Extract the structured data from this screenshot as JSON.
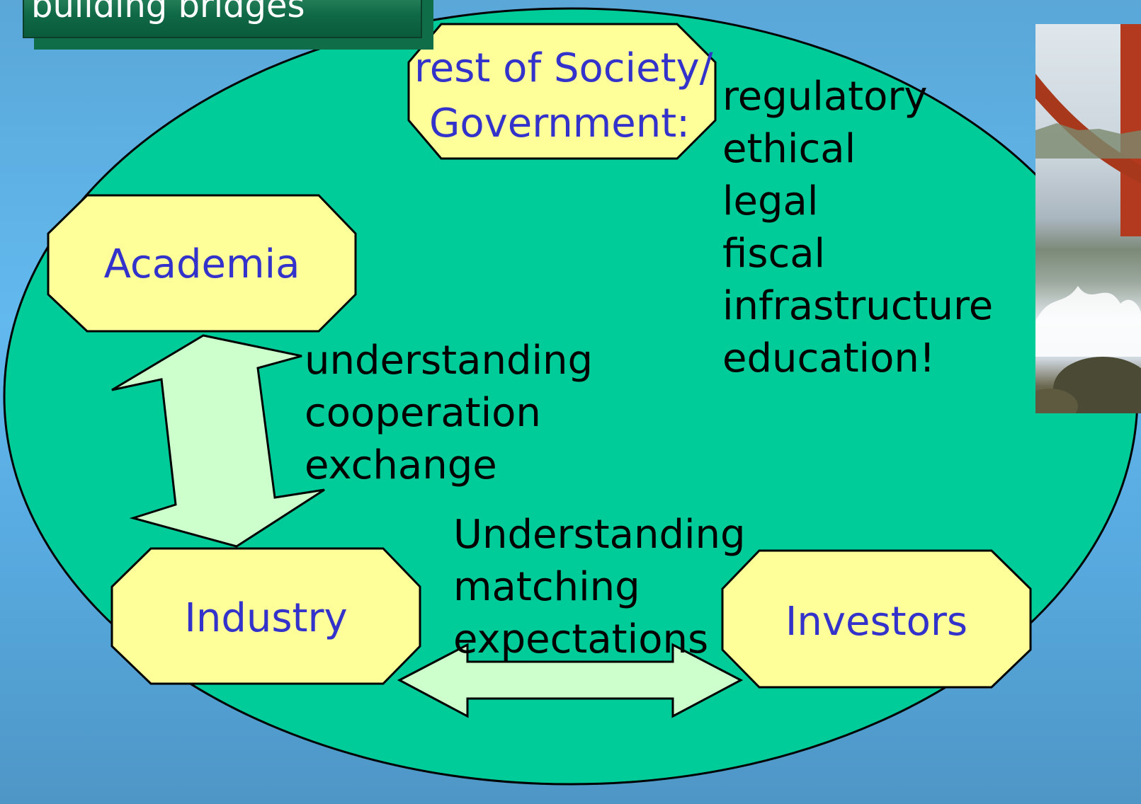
{
  "title": "building bridges",
  "nodes": {
    "society": [
      "rest of Society/",
      "Government:"
    ],
    "academia": "Academia",
    "industry": "Industry",
    "investors": "Investors"
  },
  "society_aspects": [
    "regulatory",
    "ethical",
    "legal",
    "fiscal",
    "infrastructure",
    "education!"
  ],
  "academia_industry_links": [
    "understanding",
    "cooperation",
    "exchange"
  ],
  "industry_investors_links": [
    "Understanding",
    "matching",
    "expectations"
  ],
  "colors": {
    "ellipse_fill": "#00cc99",
    "node_fill": "#ffff99",
    "node_text": "#3333cc",
    "arrow_fill": "#ccffcc",
    "title_fill": "#0f6845"
  }
}
